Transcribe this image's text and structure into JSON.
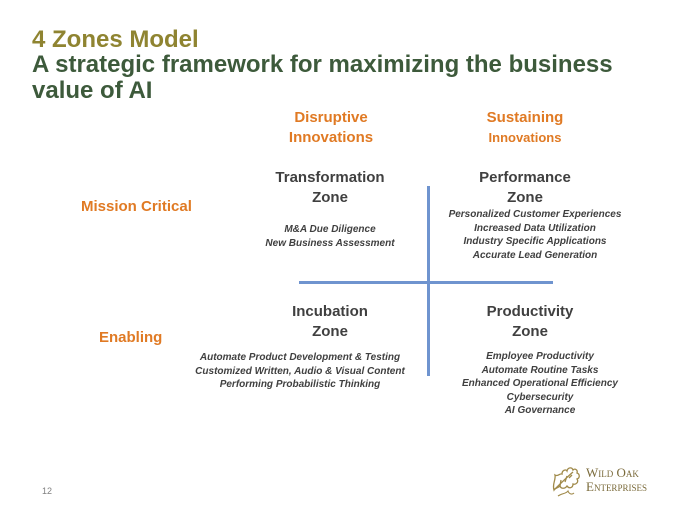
{
  "title": {
    "line1": "4 Zones Model",
    "line2": "A strategic framework for maximizing the business value of AI"
  },
  "columns": {
    "disruptive": [
      "Disruptive",
      "Innovations"
    ],
    "sustaining": [
      "Sustaining",
      "Innovations"
    ]
  },
  "rows": {
    "mission_critical": "Mission Critical",
    "enabling": "Enabling"
  },
  "zones": {
    "transformation": {
      "title": [
        "Transformation",
        "Zone"
      ],
      "items": [
        "M&A Due Diligence",
        "New Business Assessment"
      ]
    },
    "performance": {
      "title": [
        "Performance",
        "Zone"
      ],
      "items": [
        "Personalized Customer Experiences",
        "Increased Data Utilization",
        "Industry Specific Applications",
        "Accurate Lead Generation"
      ]
    },
    "incubation": {
      "title": [
        "Incubation",
        "Zone"
      ],
      "items": [
        "Automate Product Development & Testing",
        "Customized Written, Audio & Visual Content",
        "Performing Probabilistic Thinking"
      ]
    },
    "productivity": {
      "title": [
        "Productivity",
        "Zone"
      ],
      "items": [
        "Employee Productivity",
        "Automate Routine Tasks",
        "Enhanced Operational Efficiency",
        "Cybersecurity",
        "AI Governance"
      ]
    }
  },
  "page_number": "12",
  "logo": {
    "line1": "Wild Oak",
    "line2": "Enterprises",
    "icon": "oak-leaf-icon"
  },
  "colors": {
    "title_olive": "#8f8431",
    "title_green": "#3d5a3b",
    "accent_orange": "#e07a24",
    "text_dark": "#404040",
    "axis_blue": "#6f94cf"
  }
}
